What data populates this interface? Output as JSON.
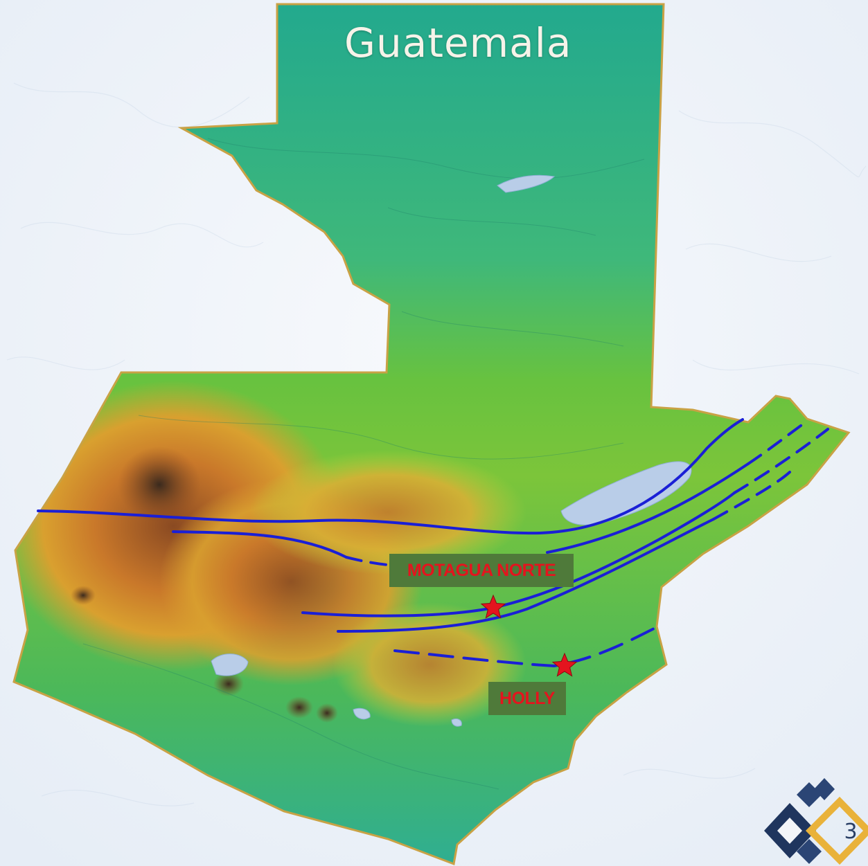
{
  "map": {
    "title": "Guatemala",
    "faults": [
      {
        "label": "MOTAGUA NORTE",
        "marker": "red-star"
      },
      {
        "label": "HOLLY",
        "marker": "red-star"
      }
    ]
  },
  "legend": {},
  "footer": {
    "page_number": "3"
  },
  "colors": {
    "fault_line": "#1a1fd6",
    "label_background": "#4f7a3a",
    "label_text": "#e4141e",
    "star": "#e4141e",
    "border": "#c9a245",
    "lowland": "#3bb39a",
    "highland": "#c97a2a",
    "lake": "#b9cde8"
  }
}
